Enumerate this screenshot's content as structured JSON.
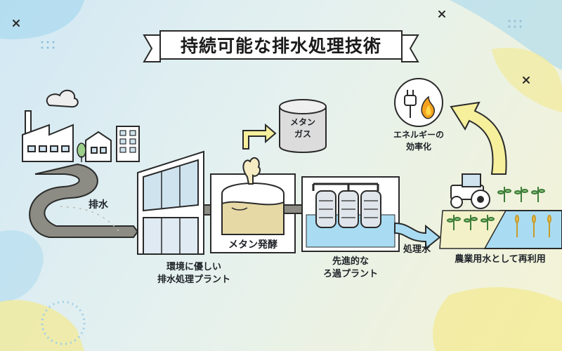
{
  "title": "持続可能な排水処理技術",
  "labels": {
    "wastewater": "排水",
    "plant_line1": "環境に優しい",
    "plant_line2": "排水処理プラント",
    "methane_fermentation": "メタン発酵",
    "methane_gas_line1": "メタン",
    "methane_gas_line2": "ガス",
    "filtration_line1": "先進的な",
    "filtration_line2": "ろ過プラント",
    "treated_water": "処理水",
    "reuse": "農業用水として再利用",
    "energy_line1": "エネルギーの",
    "energy_line2": "効率化"
  },
  "icons": [
    "factory-icon",
    "house-icon",
    "building-icon",
    "tree-icon",
    "methane-tank-icon",
    "filter-cylinder-icon",
    "tractor-icon",
    "crop-icon",
    "plug-icon",
    "flame-icon",
    "arrow-icon"
  ],
  "colors": {
    "road": "#8c8c84",
    "water": "#a9dcf2",
    "sludge": "#e7d9a6",
    "arrow_yellow": "#f6ef9c",
    "plant_glass": "#cfe3ef",
    "outline": "#2a2a2a"
  }
}
